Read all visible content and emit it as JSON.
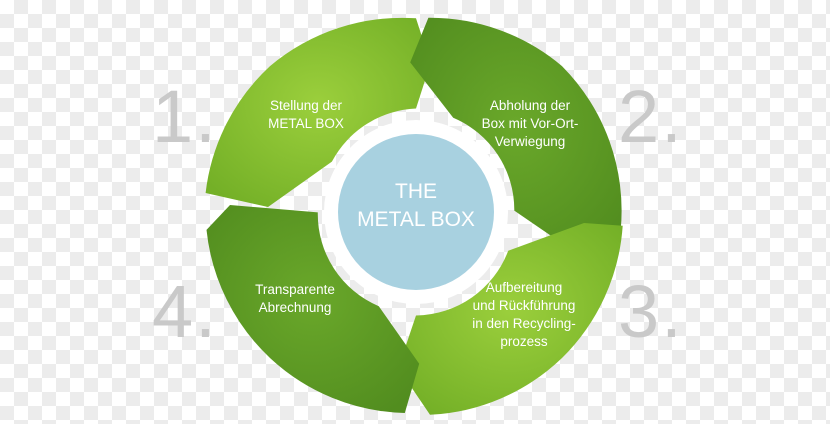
{
  "center": {
    "lines": [
      "THE",
      "METAL BOX"
    ]
  },
  "steps": [
    {
      "number": "1.",
      "label_lines": [
        "Stellung der",
        "METAL BOX"
      ]
    },
    {
      "number": "2.",
      "label_lines": [
        "Abholung der",
        "Box mit Vor-Ort-",
        "Verwiegung"
      ]
    },
    {
      "number": "3.",
      "label_lines": [
        "Aufbereitung",
        "und Rückführung",
        "in den Recycling-",
        "prozess"
      ]
    },
    {
      "number": "4.",
      "label_lines": [
        "Transparente",
        "Abrechnung"
      ]
    }
  ],
  "colors": {
    "segment_light": "#82bd2d",
    "segment_dark": "#5c9a24",
    "center_fill": "#a8d1e0",
    "ring": "#ffffff",
    "number": "#c9c9c9"
  }
}
